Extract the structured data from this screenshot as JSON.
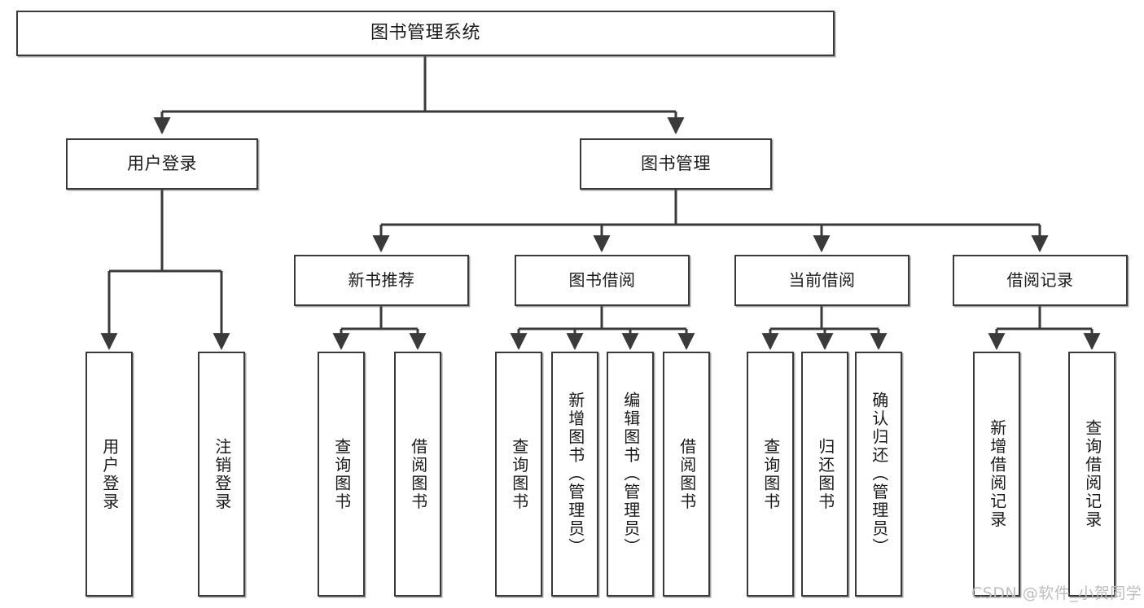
{
  "diagram": {
    "title": "图书管理系统",
    "watermark": "CSDN @软件_小贺同学",
    "stroke_color": "#3a3a3a",
    "background_color": "#ffffff",
    "text_color": "#1a1a1a",
    "root": {
      "label": "图书管理系统"
    },
    "level2": [
      {
        "label": "用户登录"
      },
      {
        "label": "图书管理"
      }
    ],
    "level3": [
      {
        "label": "新书推荐"
      },
      {
        "label": "图书借阅"
      },
      {
        "label": "当前借阅"
      },
      {
        "label": "借阅记录"
      }
    ],
    "leaves": {
      "user_login": [
        {
          "label": "用户登录"
        },
        {
          "label": "注销登录"
        }
      ],
      "new_book_recommend": [
        {
          "label": "查询图书"
        },
        {
          "label": "借阅图书"
        }
      ],
      "book_borrow": [
        {
          "label": "查询图书"
        },
        {
          "label": "新增图书（管理员）"
        },
        {
          "label": "编辑图书（管理员）"
        },
        {
          "label": "借阅图书"
        }
      ],
      "current_borrow": [
        {
          "label": "查询图书"
        },
        {
          "label": "归还图书"
        },
        {
          "label": "确认归还（管理员）"
        }
      ],
      "borrow_record": [
        {
          "label": "新增借阅记录"
        },
        {
          "label": "查询借阅记录"
        }
      ]
    }
  }
}
